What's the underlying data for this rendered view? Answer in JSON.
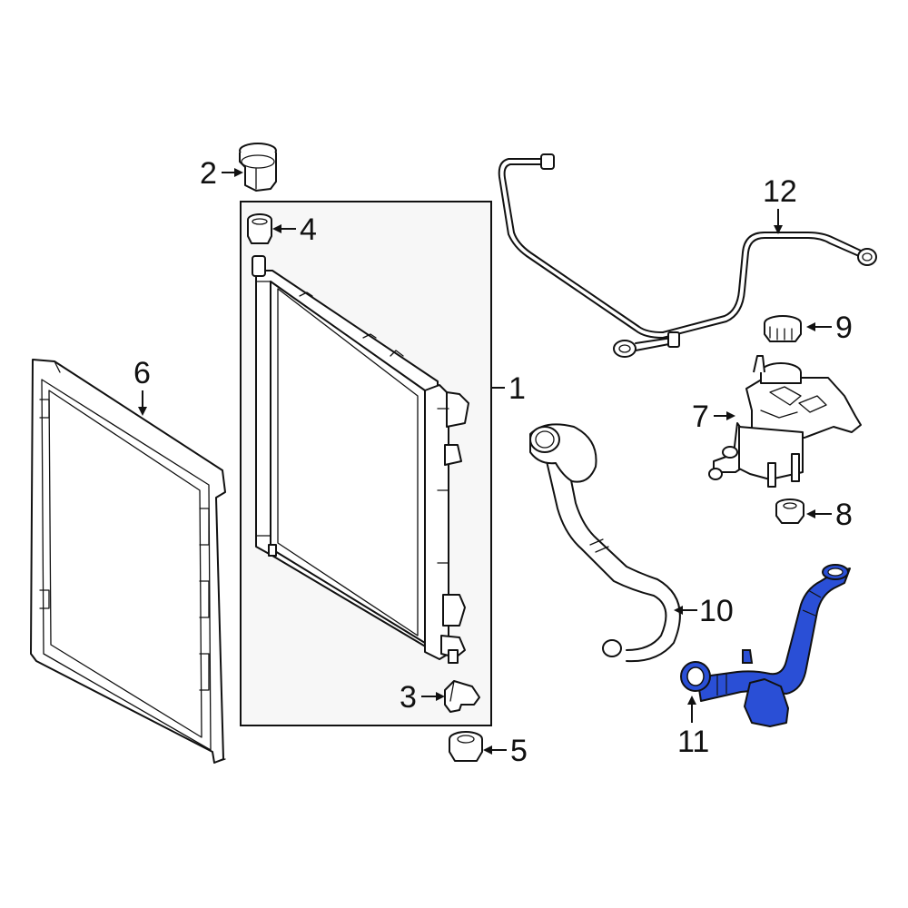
{
  "diagram": {
    "highlight_color": "#2a4fd6",
    "outline_color": "#111111",
    "highlighted_part": "11",
    "callouts": [
      {
        "id": "c1",
        "label": "1"
      },
      {
        "id": "c2",
        "label": "2"
      },
      {
        "id": "c3",
        "label": "3"
      },
      {
        "id": "c4",
        "label": "4"
      },
      {
        "id": "c5",
        "label": "5"
      },
      {
        "id": "c6",
        "label": "6"
      },
      {
        "id": "c7",
        "label": "7"
      },
      {
        "id": "c8",
        "label": "8"
      },
      {
        "id": "c9",
        "label": "9"
      },
      {
        "id": "c10",
        "label": "10"
      },
      {
        "id": "c11",
        "label": "11"
      },
      {
        "id": "c12",
        "label": "12"
      }
    ]
  }
}
